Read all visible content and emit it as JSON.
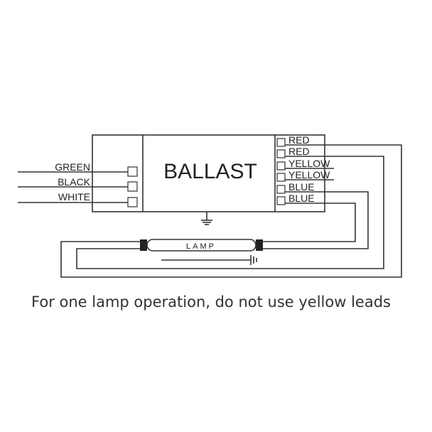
{
  "ballast": {
    "title": "BALLAST"
  },
  "left_leads": [
    "GREEN",
    "BLACK",
    "WHITE"
  ],
  "right_leads": [
    "RED",
    "RED",
    "YELLOW",
    "YELLOW",
    "BLUE",
    "BLUE"
  ],
  "lamp": {
    "label": "LAMP"
  },
  "caption": "For one lamp operation, do not use yellow leads"
}
